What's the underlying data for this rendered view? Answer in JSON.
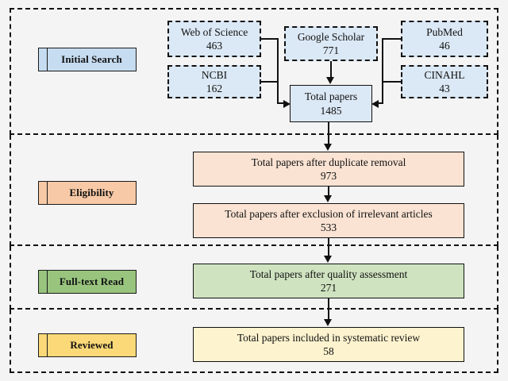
{
  "diagram": {
    "title": "Systematic review article selection flow",
    "background_color": "#f4f4f4",
    "line_color": "#111111"
  },
  "stages": [
    {
      "key": "initial_search",
      "label": "Initial Search",
      "fill": "#c6dcf0",
      "tab_fill": "#c6dcf0"
    },
    {
      "key": "eligibility",
      "label": "Eligibility",
      "fill": "#f7c9a6",
      "tab_fill": "#f7c9a6"
    },
    {
      "key": "full_text_read",
      "label": "Full-text Read",
      "fill": "#98c47e",
      "tab_fill": "#98c47e"
    },
    {
      "key": "reviewed",
      "label": "Reviewed",
      "fill": "#fbd978",
      "tab_fill": "#fbd978"
    }
  ],
  "sources": [
    {
      "key": "web_of_science",
      "name": "Web of Science",
      "count": "463",
      "fill": "#dbe8f5"
    },
    {
      "key": "ncbi",
      "name": "NCBI",
      "count": "162",
      "fill": "#dbe8f5"
    },
    {
      "key": "google_scholar",
      "name": "Google Scholar",
      "count": "771",
      "fill": "#dbe8f5"
    },
    {
      "key": "pubmed",
      "name": "PubMed",
      "count": "46",
      "fill": "#dbe8f5"
    },
    {
      "key": "cinahl",
      "name": "CINAHL",
      "count": "43",
      "fill": "#dbe8f5"
    }
  ],
  "results": [
    {
      "key": "total_papers",
      "text": "Total papers",
      "count": "1485",
      "fill": "#dbe8f5"
    },
    {
      "key": "after_duplicates",
      "text": "Total papers after duplicate removal",
      "count": "973",
      "fill": "#fae3d3"
    },
    {
      "key": "after_exclusion",
      "text": "Total papers after exclusion of irrelevant articles",
      "count": "533",
      "fill": "#fae3d3"
    },
    {
      "key": "after_quality",
      "text": "Total papers after quality assessment",
      "count": "271",
      "fill": "#cfe3c0"
    },
    {
      "key": "included_in_review",
      "text": "Total papers included in systematic review",
      "count": "58",
      "fill": "#fdf3cf"
    }
  ],
  "chart_data": {
    "type": "diagram",
    "title": "PRISMA-style article selection flow",
    "nodes": [
      {
        "id": "web_of_science",
        "label": "Web of Science",
        "value": 463
      },
      {
        "id": "ncbi",
        "label": "NCBI",
        "value": 162
      },
      {
        "id": "google_scholar",
        "label": "Google Scholar",
        "value": 771
      },
      {
        "id": "pubmed",
        "label": "PubMed",
        "value": 46
      },
      {
        "id": "cinahl",
        "label": "CINAHL",
        "value": 43
      },
      {
        "id": "total_papers",
        "label": "Total papers",
        "value": 1485
      },
      {
        "id": "after_duplicates",
        "label": "Total papers after duplicate removal",
        "value": 973
      },
      {
        "id": "after_exclusion",
        "label": "Total papers after exclusion of irrelevant articles",
        "value": 533
      },
      {
        "id": "after_quality",
        "label": "Total papers after quality assessment",
        "value": 271
      },
      {
        "id": "included_in_review",
        "label": "Total papers included in systematic review",
        "value": 58
      }
    ],
    "edges": [
      {
        "from": "web_of_science",
        "to": "total_papers"
      },
      {
        "from": "ncbi",
        "to": "total_papers"
      },
      {
        "from": "google_scholar",
        "to": "total_papers"
      },
      {
        "from": "pubmed",
        "to": "total_papers"
      },
      {
        "from": "cinahl",
        "to": "total_papers"
      },
      {
        "from": "total_papers",
        "to": "after_duplicates"
      },
      {
        "from": "after_duplicates",
        "to": "after_exclusion"
      },
      {
        "from": "after_exclusion",
        "to": "after_quality"
      },
      {
        "from": "after_quality",
        "to": "included_in_review"
      }
    ],
    "stages": [
      "Initial Search",
      "Eligibility",
      "Full-text Read",
      "Reviewed"
    ]
  }
}
